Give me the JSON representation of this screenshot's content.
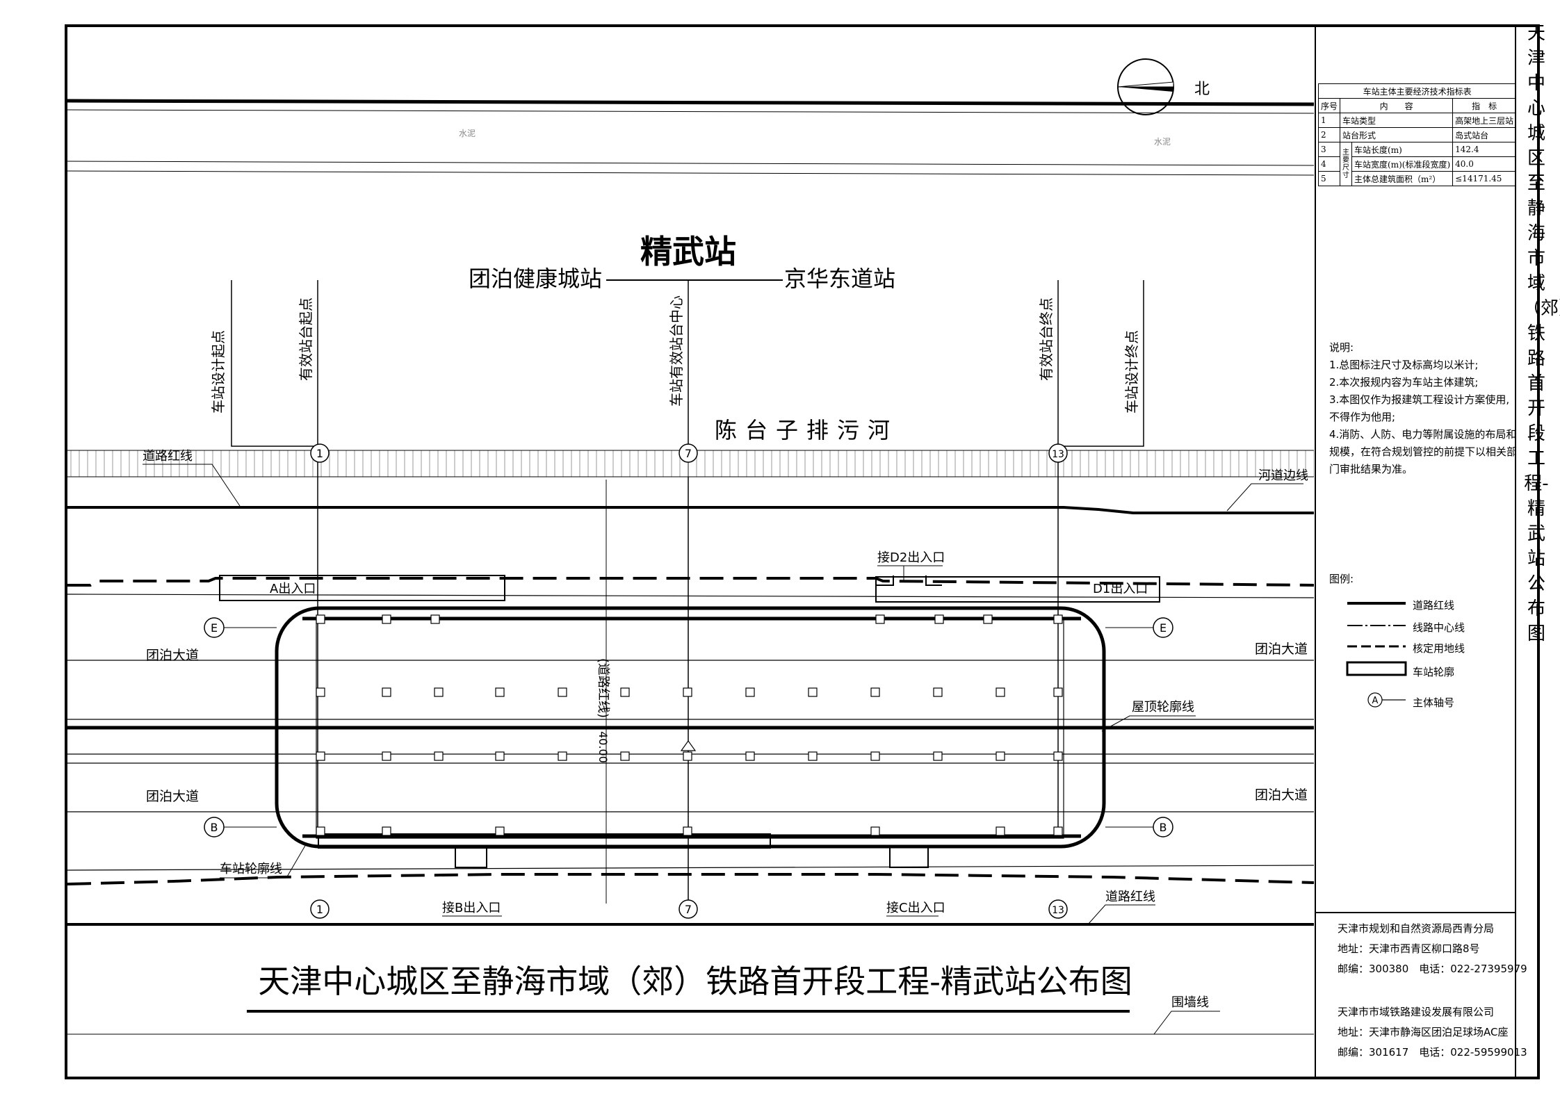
{
  "north_label": "北",
  "station_name": "精武站",
  "prev_station": "团泊健康城站",
  "next_station": "京华东道站",
  "river_name": "陈台子排污河",
  "water_label": "水泥",
  "vertical_markers": {
    "design_start": "车站设计起点",
    "platform_start": "有效站台起点",
    "platform_center": "车站有效站台中心",
    "platform_end": "有效站台终点",
    "design_end": "车站设计终点"
  },
  "axes": {
    "axis_1": "1",
    "axis_7": "7",
    "axis_13": "13",
    "axis_e": "E",
    "axis_b": "B"
  },
  "labels": {
    "road_redline_top": "道路红线",
    "river_edge": "河道边线",
    "entrance_a": "A出入口",
    "entrance_d1": "D1出入口",
    "entrance_d2": "接D2出入口",
    "entrance_b": "接B出入口",
    "entrance_c": "接C出入口",
    "road_tuanbo_1": "团泊大道",
    "road_tuanbo_2": "团泊大道",
    "road_tuanbo_3": "团泊大道",
    "road_tuanbo_4": "团泊大道",
    "roof_outline": "屋顶轮廓线",
    "station_outline": "车站轮廓线",
    "road_redline_bottom": "道路红线",
    "wall_line": "围墙线",
    "center_redline": "(道路红线)",
    "dim_40": "40.00"
  },
  "main_title": "天津中心城区至静海市域（郊）铁路首开段工程-精武站公布图",
  "vertical_title": "天津中心城区至静海市域（郊）铁路首开段工程-精武站公布图",
  "spec_table": {
    "title": "车站主体主要经济技术指标表",
    "headers": [
      "序号",
      "内　　容",
      "指　标"
    ],
    "group_label": "主要尺寸",
    "rows": [
      {
        "no": "1",
        "item": "车站类型",
        "value": "高架地上三层站"
      },
      {
        "no": "2",
        "item": "站台形式",
        "value": "岛式站台"
      },
      {
        "no": "3",
        "item": "车站长度(m)",
        "value": "142.4"
      },
      {
        "no": "4",
        "item": "车站宽度(m)(标准段宽度)",
        "value": "40.0"
      },
      {
        "no": "5",
        "item": "主体总建筑面积（m²）",
        "value": "≤14171.45"
      }
    ]
  },
  "notes": {
    "title": "说明:",
    "items": [
      "1.总图标注尺寸及标高均以米计;",
      "2.本次报规内容为车站主体建筑;",
      "3.本图仅作为报建筑工程设计方案使用,",
      "不得作为他用;",
      "4.消防、人防、电力等附属设施的布局和",
      "规模，在符合规划管控的前提下以相关部",
      "门审批结果为准。"
    ]
  },
  "legend": {
    "title": "图例:",
    "items": [
      "道路红线",
      "线路中心线",
      "核定用地线",
      "车站轮廓",
      "主体轴号"
    ],
    "axis_symbol": "A"
  },
  "org1": {
    "name": "天津市规划和自然资源局西青分局",
    "address": "地址：天津市西青区柳口路8号",
    "contact": "邮编：300380　电话：022-27395979"
  },
  "org2": {
    "name": "天津市市域铁路建设发展有限公司",
    "address": "地址：天津市静海区团泊足球场AC座",
    "contact": "邮编：301617　电话：022-59599013"
  }
}
